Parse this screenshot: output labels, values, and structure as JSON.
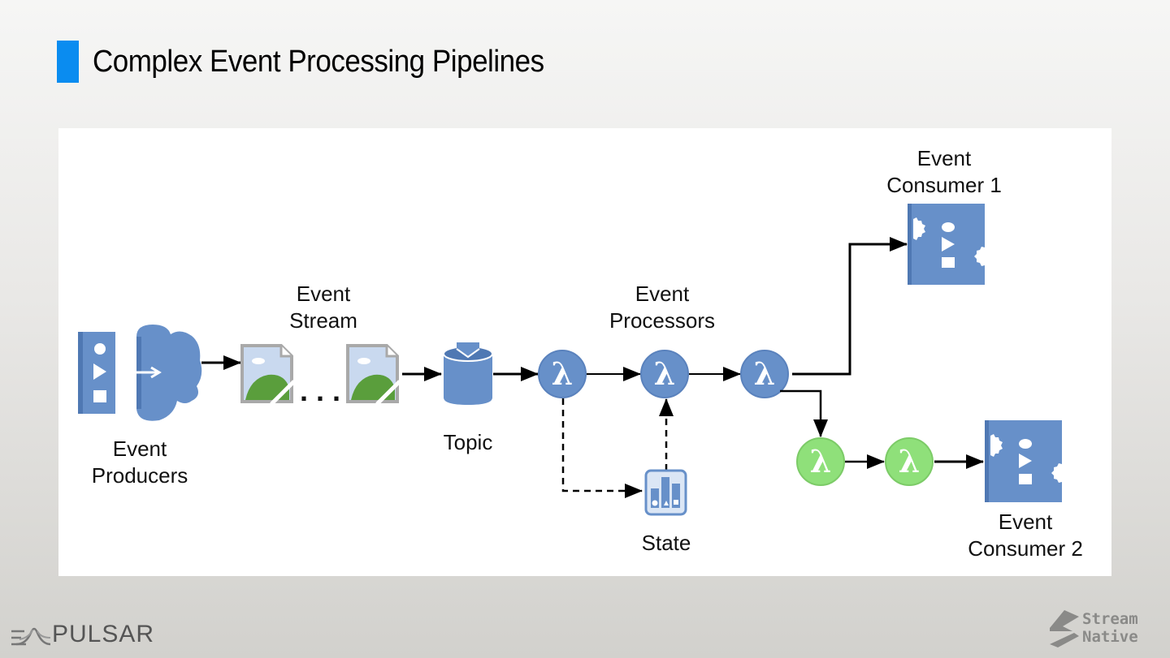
{
  "slide": {
    "title": "Complex Event Processing Pipelines",
    "accent_color": "#0a8cf0"
  },
  "diagram": {
    "nodes": {
      "producers": {
        "label_line1": "Event",
        "label_line2": "Producers",
        "icon": "event-producer-cloud-icon"
      },
      "stream": {
        "label_line1": "Event",
        "label_line2": "Stream",
        "icon": "broken-image-icon",
        "ellipsis": ". . ."
      },
      "topic": {
        "label": "Topic",
        "icon": "topic-bucket-icon"
      },
      "processors": {
        "label_line1": "Event",
        "label_line2": "Processors",
        "symbol": "λ"
      },
      "state": {
        "label": "State",
        "icon": "state-chart-icon"
      },
      "consumer1": {
        "label_line1": "Event",
        "label_line2": "Consumer 1",
        "icon": "event-consumer-icon"
      },
      "consumer2": {
        "label_line1": "Event",
        "label_line2": "Consumer 2",
        "icon": "event-consumer-icon"
      },
      "green_processor_symbol": "λ"
    },
    "colors": {
      "blue_node": "#6790c9",
      "green_node": "#8fe07a",
      "arrow": "#000000"
    }
  },
  "footer": {
    "left_logo_text": "PULSAR",
    "right_logo_line1": "Stream",
    "right_logo_line2": "Native"
  }
}
